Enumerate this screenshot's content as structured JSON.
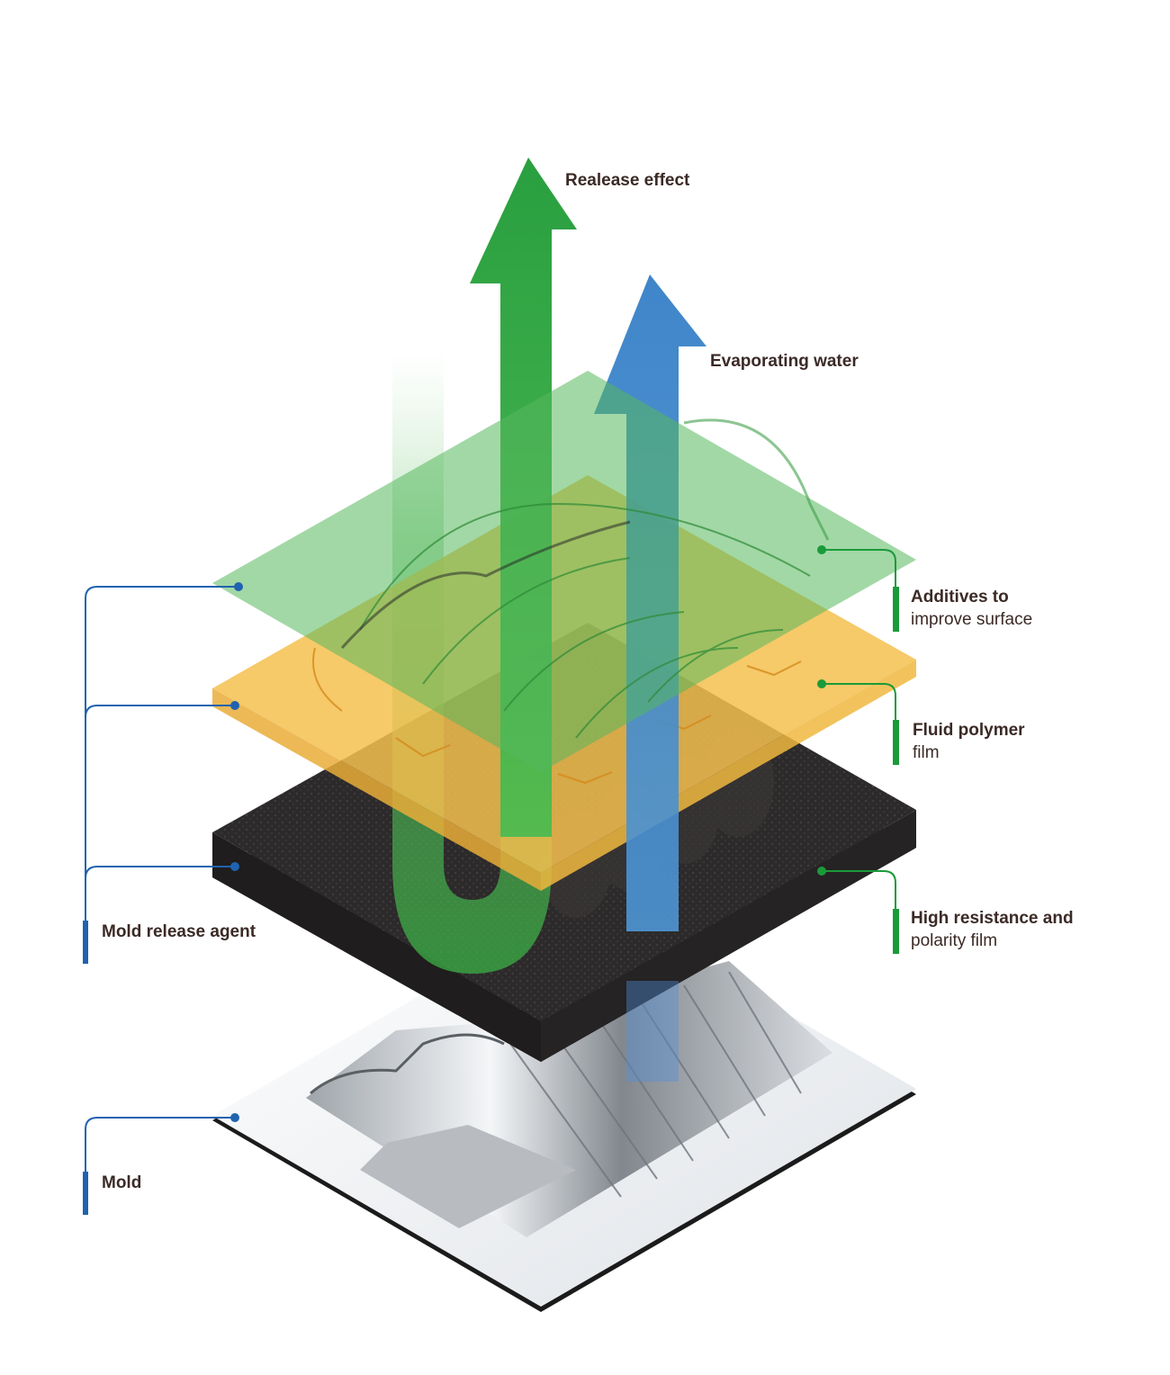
{
  "colors": {
    "green_accent": "#1a9a3a",
    "blue_accent": "#1f63b0",
    "text": "#3b2a26",
    "release_arrow": "#2ea83a",
    "water_arrow": "#2f7fc8",
    "green_film": "#5fc06a",
    "polymer_film": "#f7c85a",
    "fabric": "#2b2929",
    "mold": "#f2f4f7"
  },
  "arrows": {
    "release_effect": "Realease effect",
    "evaporating_water": "Evaporating water"
  },
  "labels": {
    "additives": {
      "line1": "Additives to",
      "line2": "improve surface"
    },
    "fluid_polymer": {
      "line1": "Fluid polymer",
      "line2": "film"
    },
    "high_resistance": {
      "line1": "High resistance and",
      "line2": "polarity film"
    },
    "mold_release_agent": "Mold release agent",
    "mold": "Mold"
  }
}
